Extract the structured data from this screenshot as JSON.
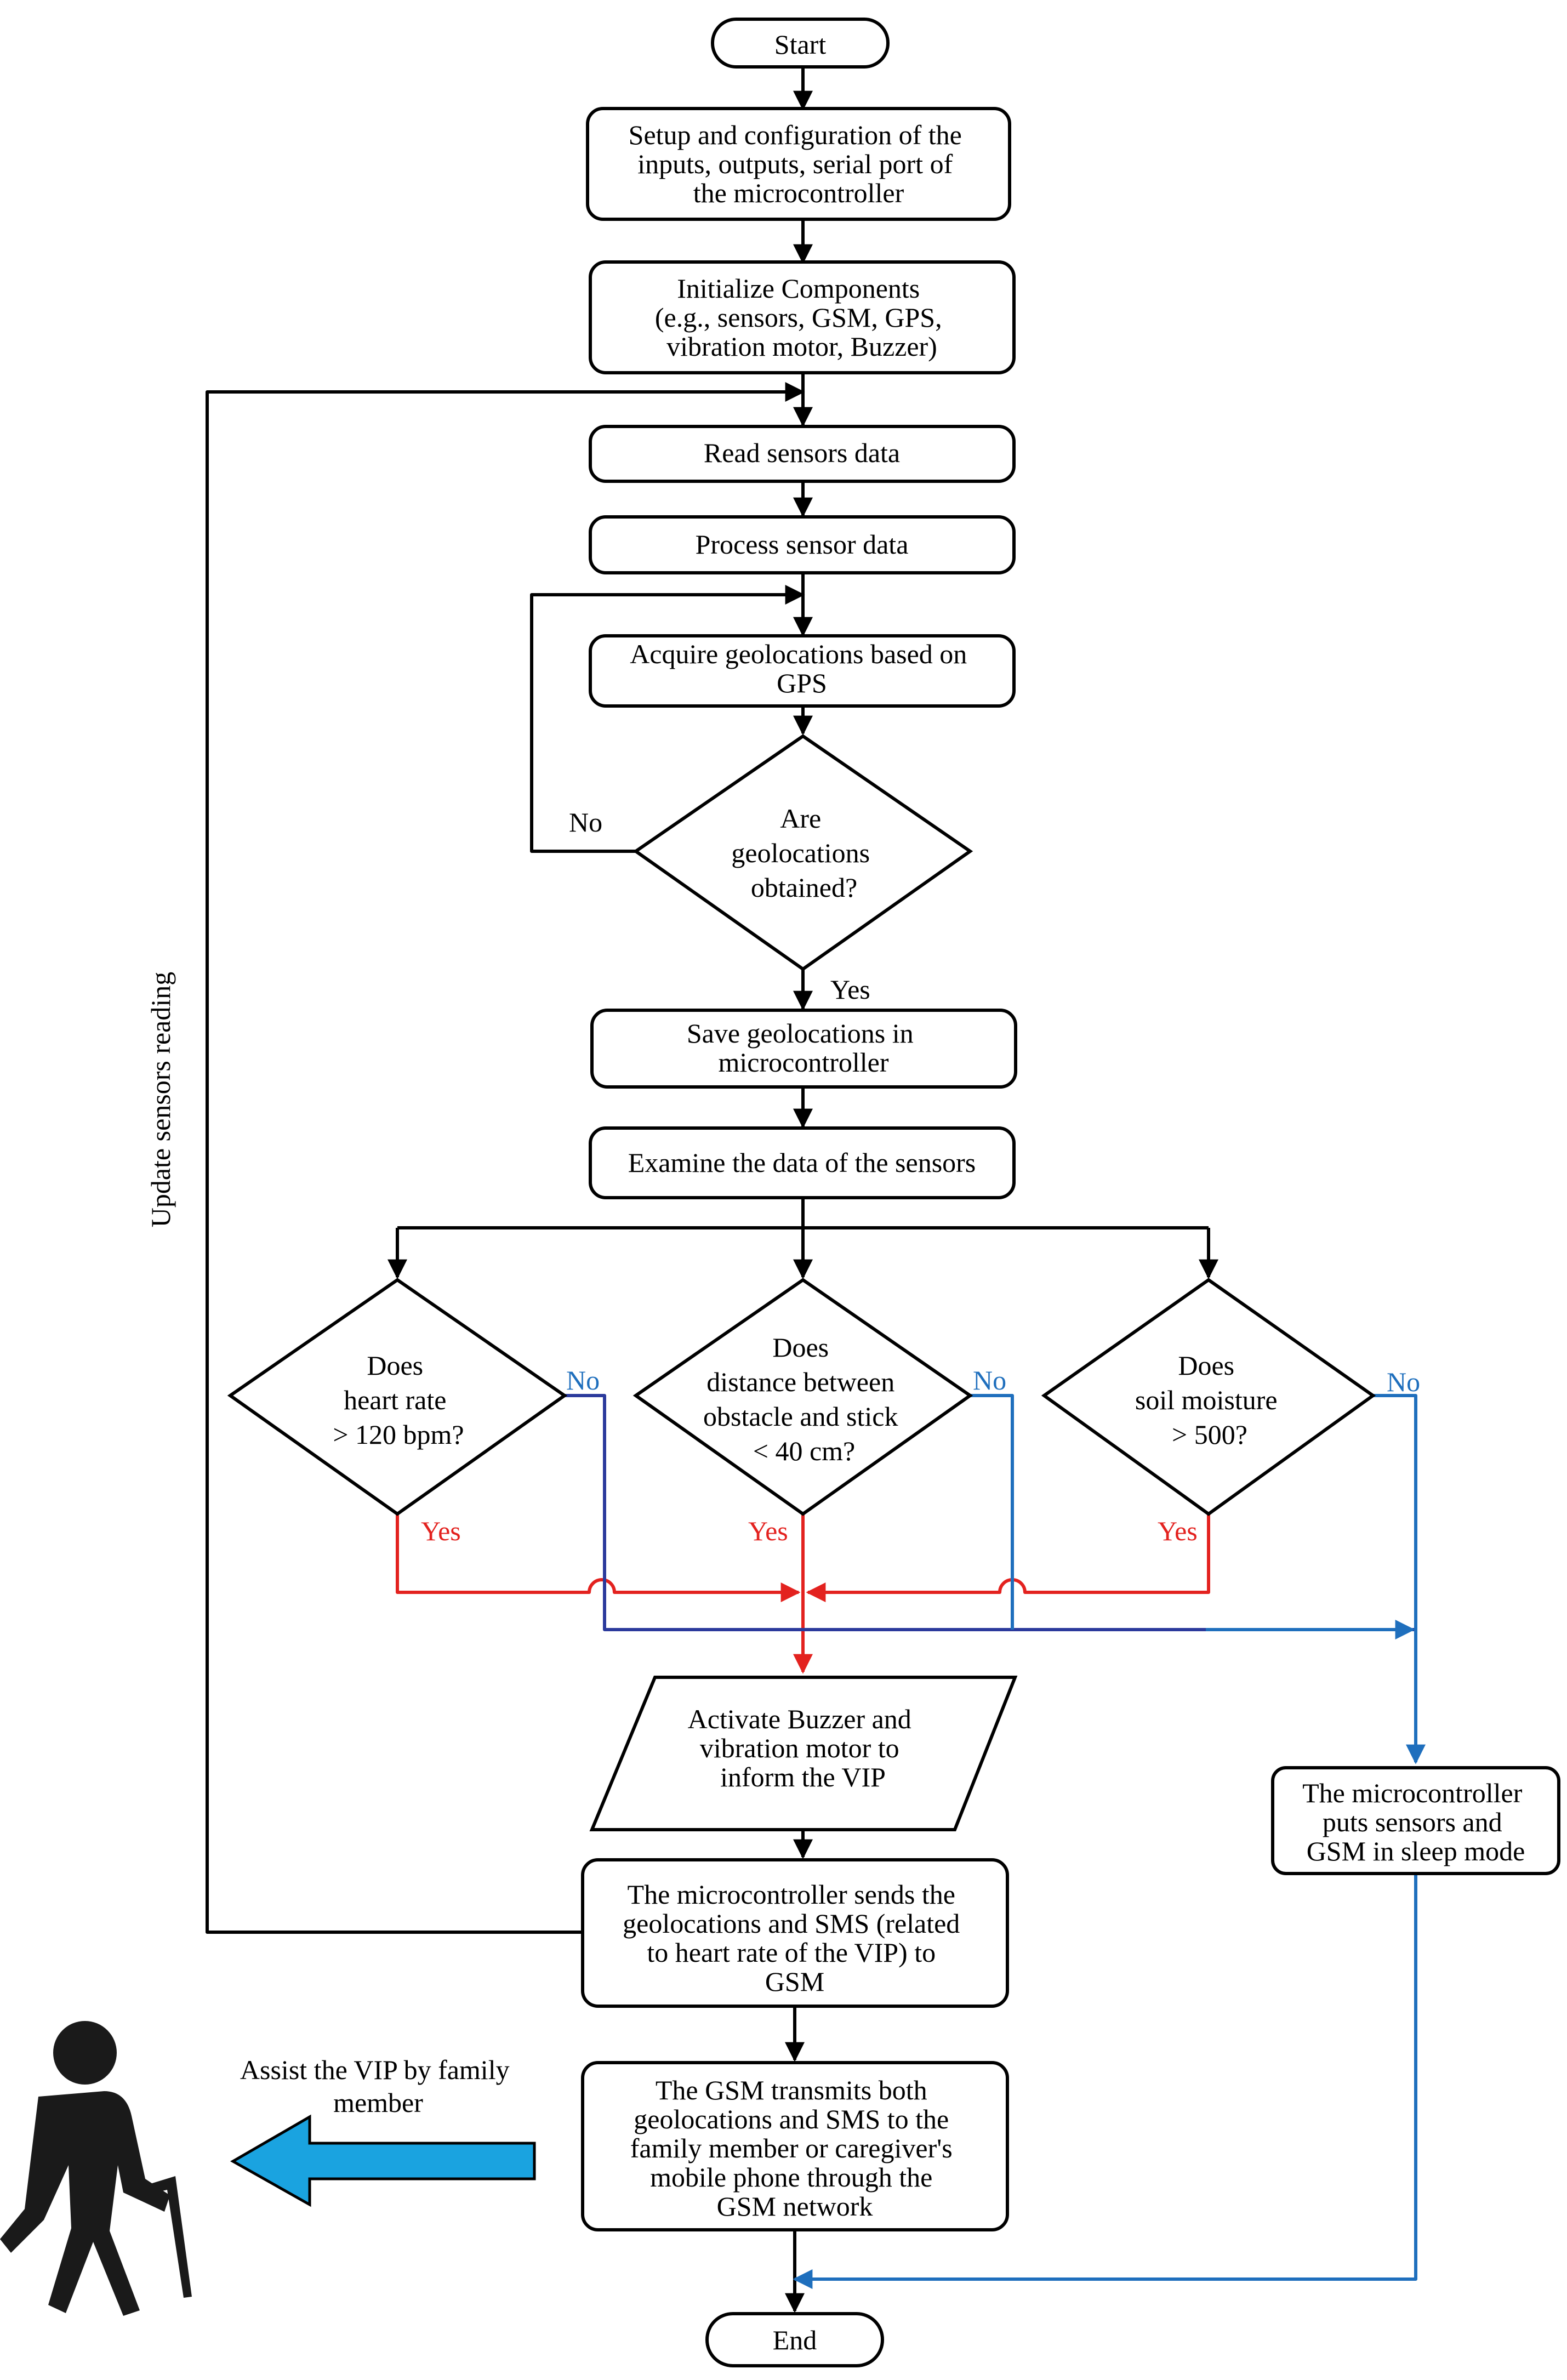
{
  "colors": {
    "line": "#000000",
    "yes_path": "#e3221f",
    "no_path": "#1f6fbd",
    "no_path_dark": "#2b3a9c",
    "assist_arrow": "#1aa3e0",
    "person_icon": "#1a1a1a"
  },
  "nodes": {
    "start": "Start",
    "setup": [
      "Setup and configuration of the",
      "inputs, outputs, serial port of",
      "the microcontroller"
    ],
    "init": [
      "Initialize Components",
      "(e.g., sensors, GSM,   GPS,",
      "vibration motor, Buzzer)"
    ],
    "read": "Read sensors data",
    "process": "Process sensor data",
    "acquire": [
      "Acquire geolocations based on",
      "GPS"
    ],
    "decision_geo": [
      "Are",
      "geolocations",
      "obtained?"
    ],
    "save": [
      "Save geolocations in",
      "microcontroller"
    ],
    "examine": "Examine the data of the sensors",
    "decision_heart": [
      "Does",
      "heart rate",
      "> 120 bpm?"
    ],
    "decision_distance": [
      "Does",
      "distance between",
      "obstacle and stick",
      "< 40 cm?"
    ],
    "decision_soil": [
      "Does",
      "soil moisture",
      "> 500?"
    ],
    "activate": [
      "Activate Buzzer and",
      "vibration motor to",
      "inform the VIP"
    ],
    "sleep": [
      "The microcontroller",
      "puts sensors and",
      "GSM in sleep mode"
    ],
    "send": [
      "The microcontroller sends the",
      "geolocations and SMS (related",
      "to heart rate  of the VIP) to",
      "GSM"
    ],
    "transmit": [
      "The GSM transmits both",
      "geolocations and SMS to the",
      "family member or caregiver's",
      "mobile phone through the",
      "GSM network"
    ],
    "end": "End"
  },
  "labels": {
    "no": "No",
    "yes": "Yes",
    "loop": "Update sensors reading",
    "assist": [
      "Assist the VIP by family",
      "member"
    ]
  },
  "icons": {
    "person": "person-with-cane-icon",
    "assist_arrow": "left-arrow-icon"
  }
}
